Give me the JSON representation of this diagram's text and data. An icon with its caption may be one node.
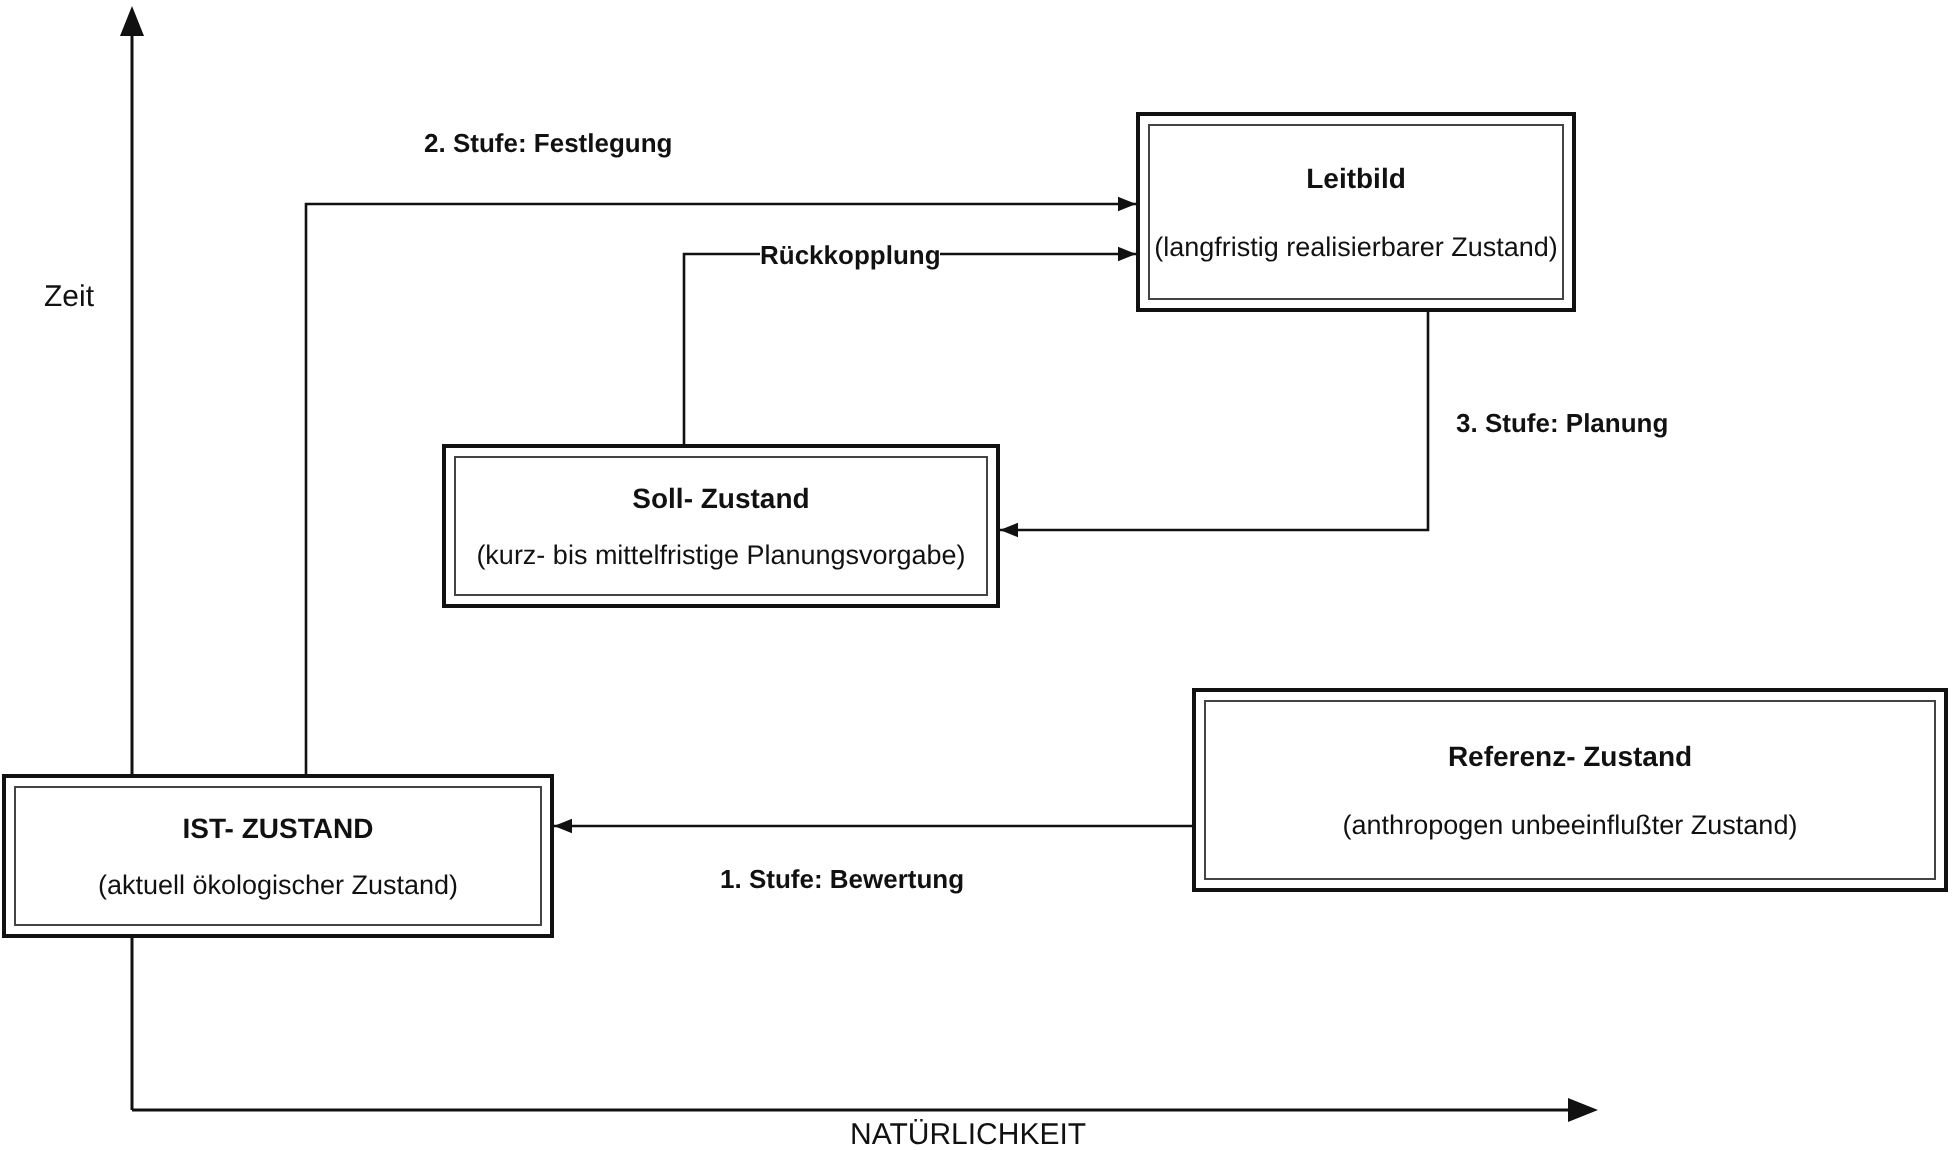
{
  "diagram": {
    "nodes": [
      {
        "text": [
          "Leitbild",
          "(langfristig realisierbarer Zustand)"
        ]
      },
      {
        "text": [
          "Soll- Zustand",
          "(kurz- bis mittelfristige Planungsvorgabe)"
        ]
      },
      {
        "text": [
          "Referenz- Zustand",
          "(anthropogen unbeeinflußter Zustand)"
        ]
      },
      {
        "text": [
          "IST- ZUSTAND",
          "(aktuell ökologischer Zustand)"
        ]
      }
    ],
    "edges": [
      {
        "from": 3,
        "to": 0,
        "arrow": "to",
        "label": "2. Stufe: Festlegung"
      },
      {
        "from": 1,
        "to": 0,
        "arrow": "to",
        "label": "Rückkopplung"
      },
      {
        "from": 0,
        "to": 1,
        "arrow": "to",
        "label": "3. Stufe: Planung"
      },
      {
        "from": 2,
        "to": 3,
        "arrow": "to",
        "label": "1. Stufe: Bewertung"
      }
    ],
    "labels": [
      "Zeit",
      "NATÜRLICHKEIT"
    ]
  }
}
